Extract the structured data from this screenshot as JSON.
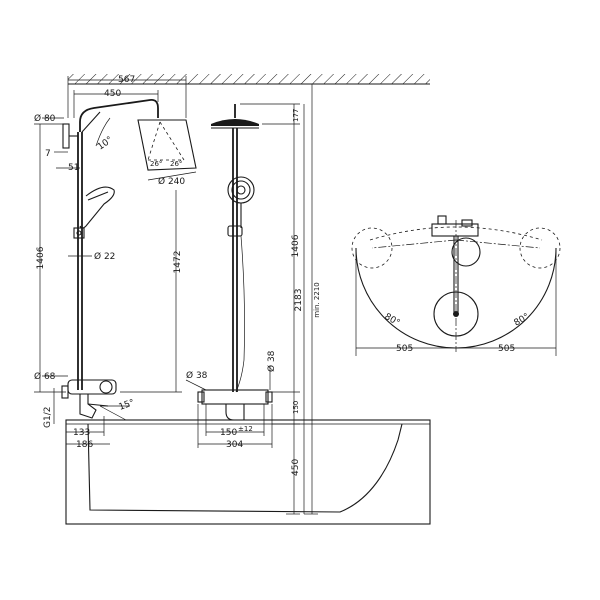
{
  "dims": {
    "d567": "567",
    "d450": "450",
    "d80": "Ø 80",
    "d10deg": "10°",
    "d7": "7",
    "d51": "51",
    "d26a": "26°",
    "d26b": "26°",
    "d240": "Ø 240",
    "d1406left": "1406",
    "d1472": "1472",
    "d22": "Ø 22",
    "d68": "Ø 68",
    "dG12": "G1/2",
    "d133": "133",
    "d186": "186",
    "d15deg": "15°",
    "d177": "177",
    "d1406mid": "1406",
    "d2183": "2183",
    "dmin2210": "min. 2210",
    "d38a": "Ø 38",
    "d38b": "Ø 38",
    "d150h": "150",
    "d12": "±12",
    "d304": "304",
    "d150v": "150",
    "d450v": "450",
    "d80a": "80°",
    "d80b": "80°",
    "d505a": "505",
    "d505b": "505"
  }
}
